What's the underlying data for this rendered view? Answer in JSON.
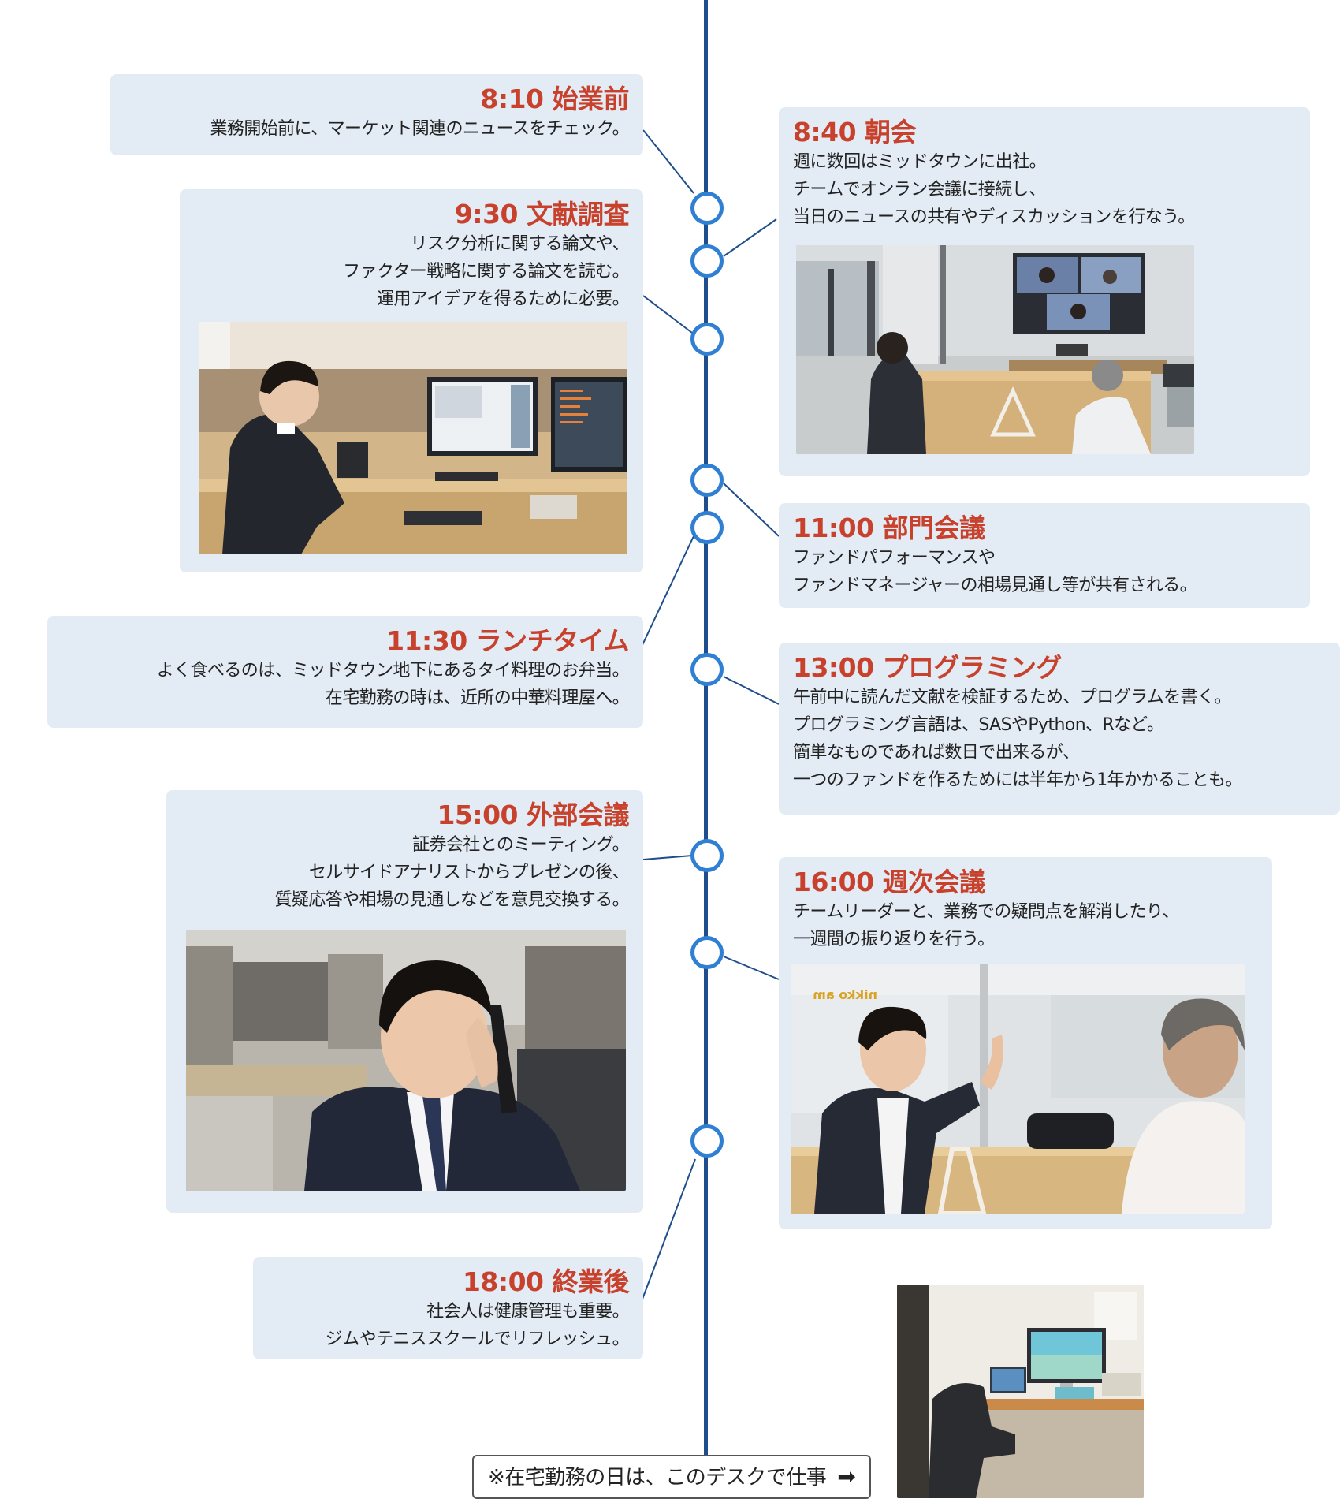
{
  "colors": {
    "axis": "#1f4e8c",
    "node_ring": "#2f7fd3",
    "time_text": "#c8412c",
    "card_bg": "#e3ebf4"
  },
  "events": [
    {
      "time": "8:10 始業前",
      "desc": "業務開始前に、マーケット関連のニュースをチェック。"
    },
    {
      "time": "8:40 朝会",
      "desc": "週に数回はミッドタウンに出社。\nチームでオンラン会議に接続し、\n当日のニュースの共有やディスカッションを行なう。"
    },
    {
      "time": "9:30 文献調査",
      "desc": "リスク分析に関する論文や、\nファクター戦略に関する論文を読む。\n運用アイデアを得るために必要。"
    },
    {
      "time": "11:00 部門会議",
      "desc": "ファンドパフォーマンスや\nファンドマネージャーの相場見通し等が共有される。"
    },
    {
      "time": "11:30 ランチタイム",
      "desc": "よく食べるのは、ミッドタウン地下にあるタイ料理のお弁当。\n在宅勤務の時は、近所の中華料理屋へ。"
    },
    {
      "time": "13:00 プログラミング",
      "desc": "午前中に読んだ文献を検証するため、プログラムを書く。\nプログラミング言語は、SASやPython、Rなど。\n簡単なものであれば数日で出来るが、\n一つのファンドを作るためには半年から1年かかることも。"
    },
    {
      "time": "15:00 外部会議",
      "desc": "証券会社とのミーティング。\nセルサイドアナリストからプレゼンの後、\n質疑応答や相場の見通しなどを意見交換する。"
    },
    {
      "time": "16:00 週次会議",
      "desc": "チームリーダーと、業務での疑問点を解消したり、\n一週間の振り返りを行う。"
    },
    {
      "time": "18:00 終業後",
      "desc": "社会人は健康管理も重要。\nジムやテニススクールでリフレッシュ。"
    }
  ],
  "photos": {
    "meeting_signage": "nikko am"
  },
  "home_note": {
    "text": "※在宅勤務の日は、このデスクで仕事",
    "icon": "arrow-right-icon"
  }
}
